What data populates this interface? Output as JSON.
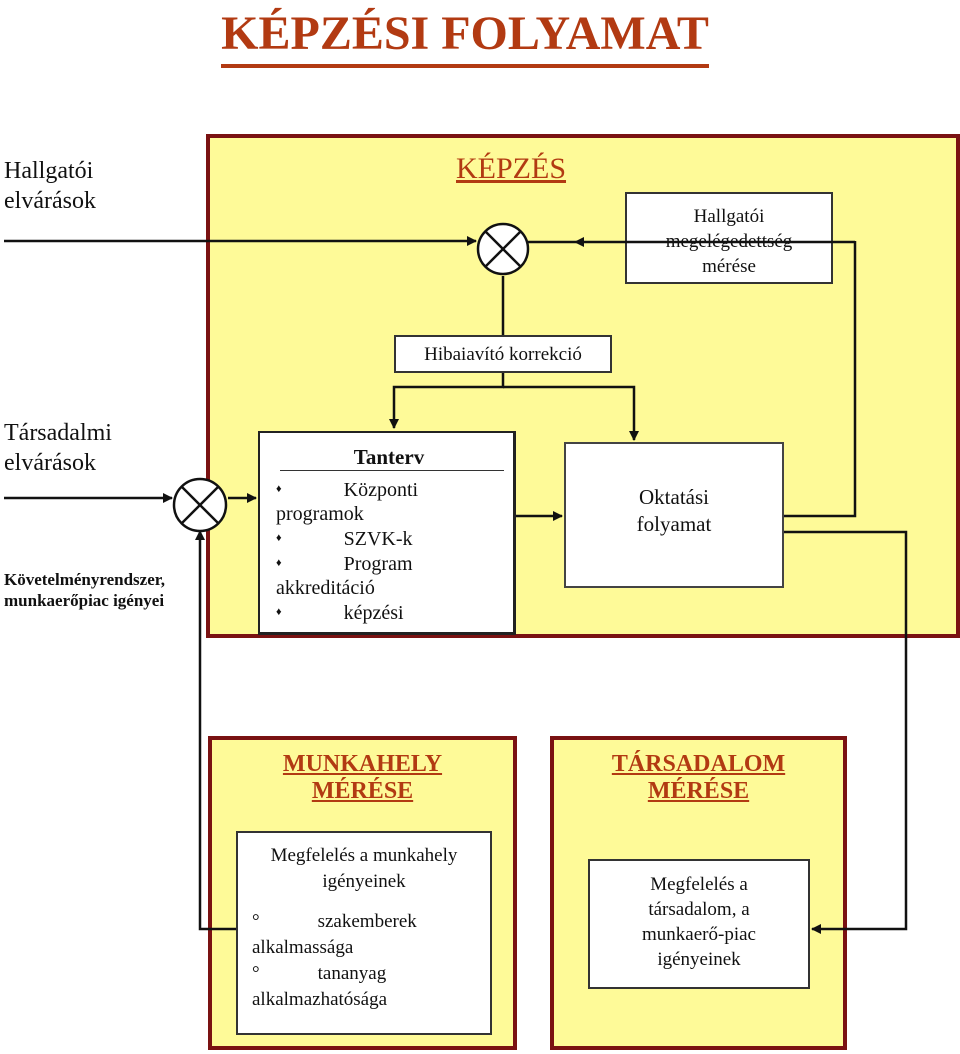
{
  "title": "KÉPZÉSI FOLYAMAT",
  "inputs": {
    "student_expectations": [
      "Hallgatói",
      "elvárások"
    ],
    "societal_expectations": [
      "Társadalmi",
      "elvárások"
    ],
    "requirements": [
      "Követelményrendszer,",
      "munkaerőpiac igényei"
    ]
  },
  "kepzes": {
    "heading": "KÉPZÉS",
    "satisfaction_box": [
      "Hallgatói",
      "megelégedettség",
      "mérése"
    ],
    "correction_box": "Hibaiavító korrekció",
    "curriculum": {
      "heading": "Tanterv",
      "lines": [
        {
          "bullet": "♦",
          "text": "Központi"
        },
        {
          "bullet": "",
          "text": "programok"
        },
        {
          "bullet": "♦",
          "text": "SZVK-k"
        },
        {
          "bullet": "♦",
          "text": "Program"
        },
        {
          "bullet": "",
          "text": "akkreditáció"
        },
        {
          "bullet": "♦",
          "text": "képzési"
        }
      ]
    },
    "education_box": [
      "Oktatási",
      "folyamat"
    ]
  },
  "workplace": {
    "heading": [
      "MUNKAHELY",
      "MÉRÉSE"
    ],
    "box": {
      "lines": [
        "Megfelelés a munkahely",
        "igényeinek"
      ],
      "items": [
        {
          "bullet": "°",
          "text": "szakemberek"
        },
        {
          "bullet": "",
          "text": "alkalmassága"
        },
        {
          "bullet": "°",
          "text": "tananyag"
        },
        {
          "bullet": "",
          "text": "alkalmazhatósága"
        }
      ]
    }
  },
  "society": {
    "heading": [
      "TÁRSADALOM",
      "MÉRÉSE"
    ],
    "box": [
      "Megfelelés a",
      "társadalom, a",
      "munkaerő-piac",
      "igényeinek"
    ]
  },
  "colors": {
    "title": "#b23a12",
    "panel_fill": "#fefa98",
    "panel_border": "#7a1212"
  }
}
